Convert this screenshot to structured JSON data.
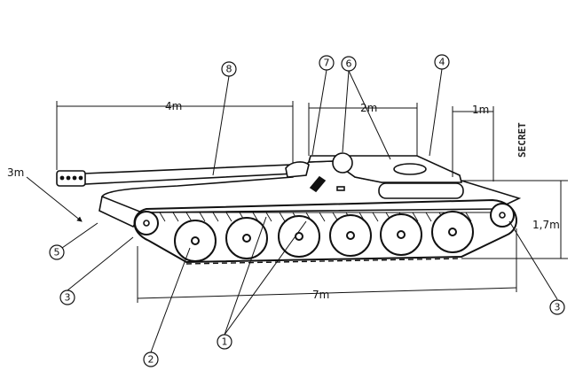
{
  "dimensions": {
    "gun_length": "4m",
    "turret_length": "2m",
    "rear_length": "1m",
    "gun_overhang": "3m",
    "height": "1,7m",
    "hull_length": "7m"
  },
  "callouts": [
    "8",
    "7",
    "6",
    "4",
    "5",
    "3",
    "3",
    "2",
    "1"
  ],
  "stamp": "SECRET"
}
